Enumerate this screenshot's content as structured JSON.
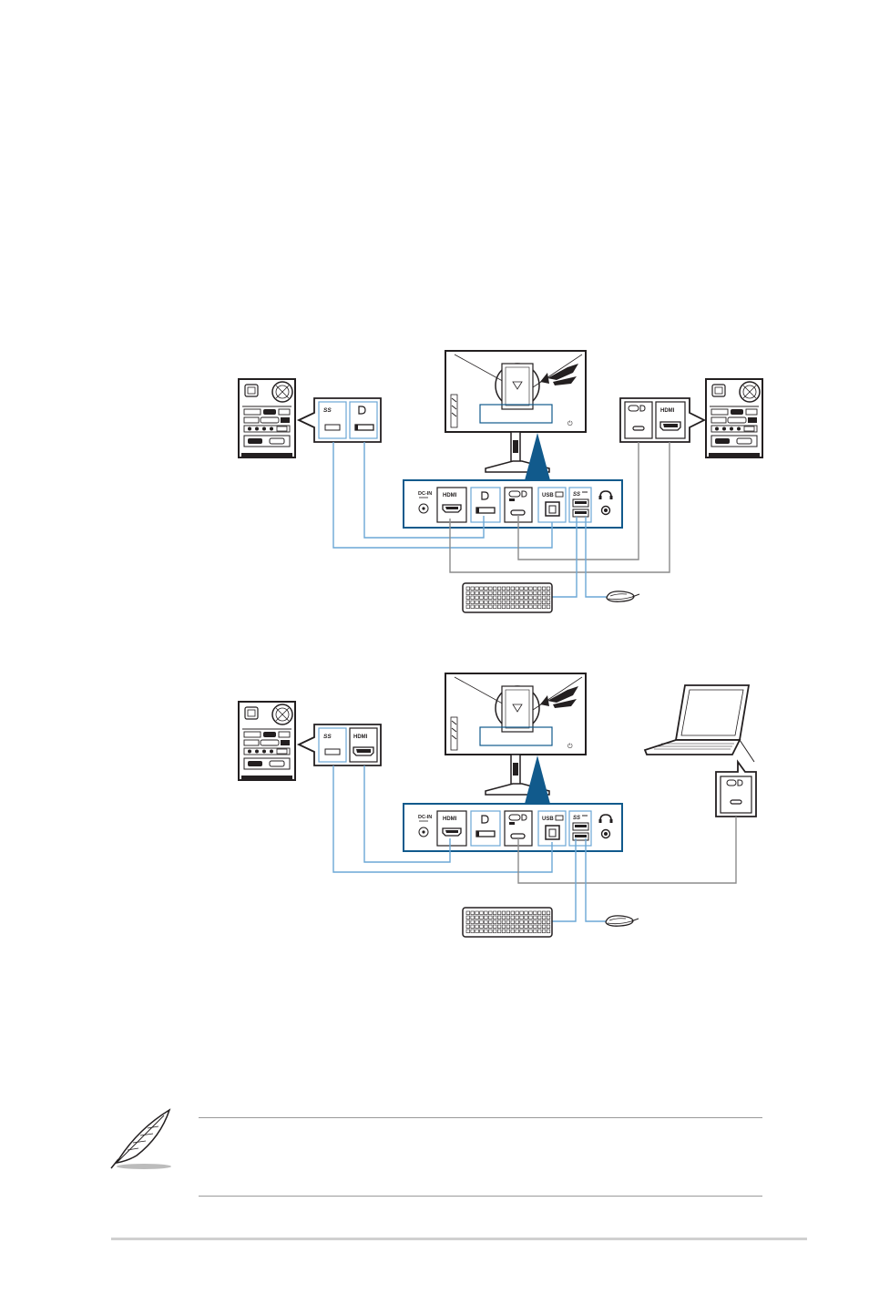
{
  "ports": {
    "dc_in": "DC-IN",
    "hdmi": "HDMI",
    "usb": "USB",
    "ss": "SS"
  },
  "colors": {
    "blue_cable": "#6ba7d6",
    "gray_cable": "#8c8c8c",
    "stand_triangle": "#115a8c",
    "outline": "#231f20"
  },
  "icons": {
    "note": "feather-quill-icon",
    "headphone": "headphone-icon",
    "displayport": "displayport-icon",
    "usb_c": "usb-c-icon",
    "usb_b": "usb-b-icon"
  }
}
